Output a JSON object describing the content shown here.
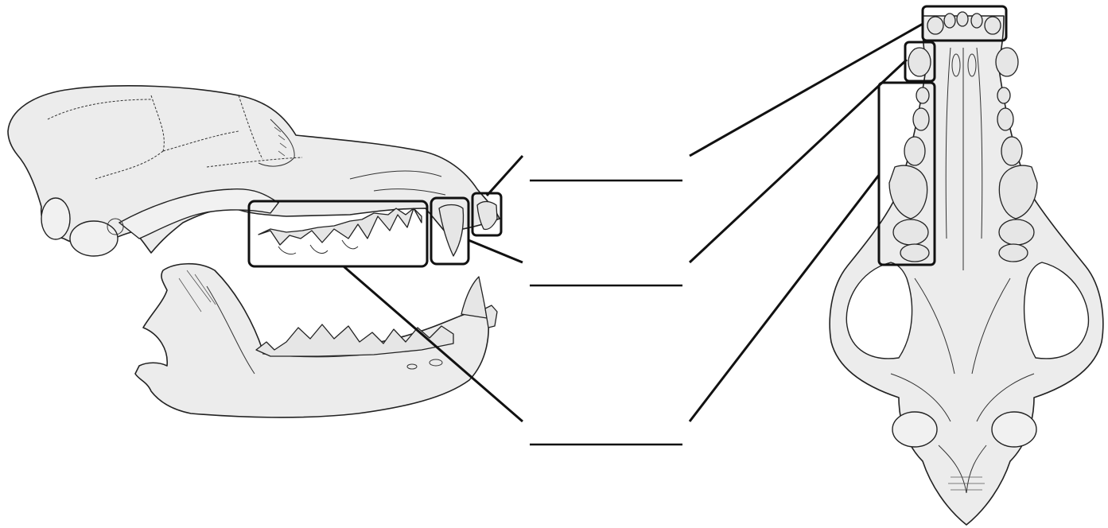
{
  "figure": {
    "views": [
      "lateral-skull-view",
      "ventral-skull-view"
    ],
    "highlighted_tooth_groups": [
      "incisors",
      "canine",
      "premolars-and-molars"
    ],
    "answer_blanks": [
      {
        "id": "blank-incisors",
        "value": ""
      },
      {
        "id": "blank-canine",
        "value": ""
      },
      {
        "id": "blank-cheek-teeth",
        "value": ""
      }
    ]
  }
}
